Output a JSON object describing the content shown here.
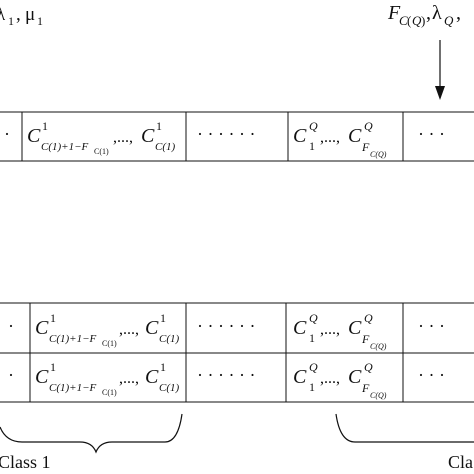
{
  "top_left_label": {
    "lambda": "λ",
    "mu": "μ",
    "sub": "1"
  },
  "top_right_label": {
    "F": "F",
    "FC": "C",
    "FQ": "Q",
    "lambda": "λ",
    "lambdaQ": "Q"
  },
  "cells": {
    "class1": {
      "C": "C",
      "sup": "1",
      "sub_first": "C(1)+1−F",
      "sub_first_inner": "C(1)",
      "dots": ",...,",
      "sub_last": "C(1)"
    },
    "classQ": {
      "C": "C",
      "sup": "Q",
      "sub_first": "1",
      "dots": ",...,",
      "sub_last_F": "F",
      "sub_last_inner": "C(Q)"
    },
    "ellipsis": "·  ·  ·  ·  ·  ·",
    "short_ellipsis": "·  ·  ·",
    "edge_dot": "·"
  },
  "brace_labels": {
    "left": "Class 1",
    "right": "Cla"
  }
}
